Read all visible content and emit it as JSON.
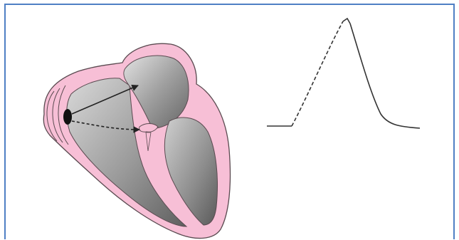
{
  "figure": {
    "frame_color": "#4f7fc4",
    "heart": {
      "wall_color": "#f7bfd6",
      "wall_outline": "#5a4a50",
      "cavity_dark": "#6b6b6b",
      "cavity_light": "#d8d8d8",
      "lesion_color": "#111111",
      "arrow_color": "#222222"
    },
    "waveform": {
      "line_color": "#333333",
      "segments": [
        "baseline",
        "dashed-upstroke",
        "solid-downstroke",
        "baseline"
      ]
    }
  }
}
